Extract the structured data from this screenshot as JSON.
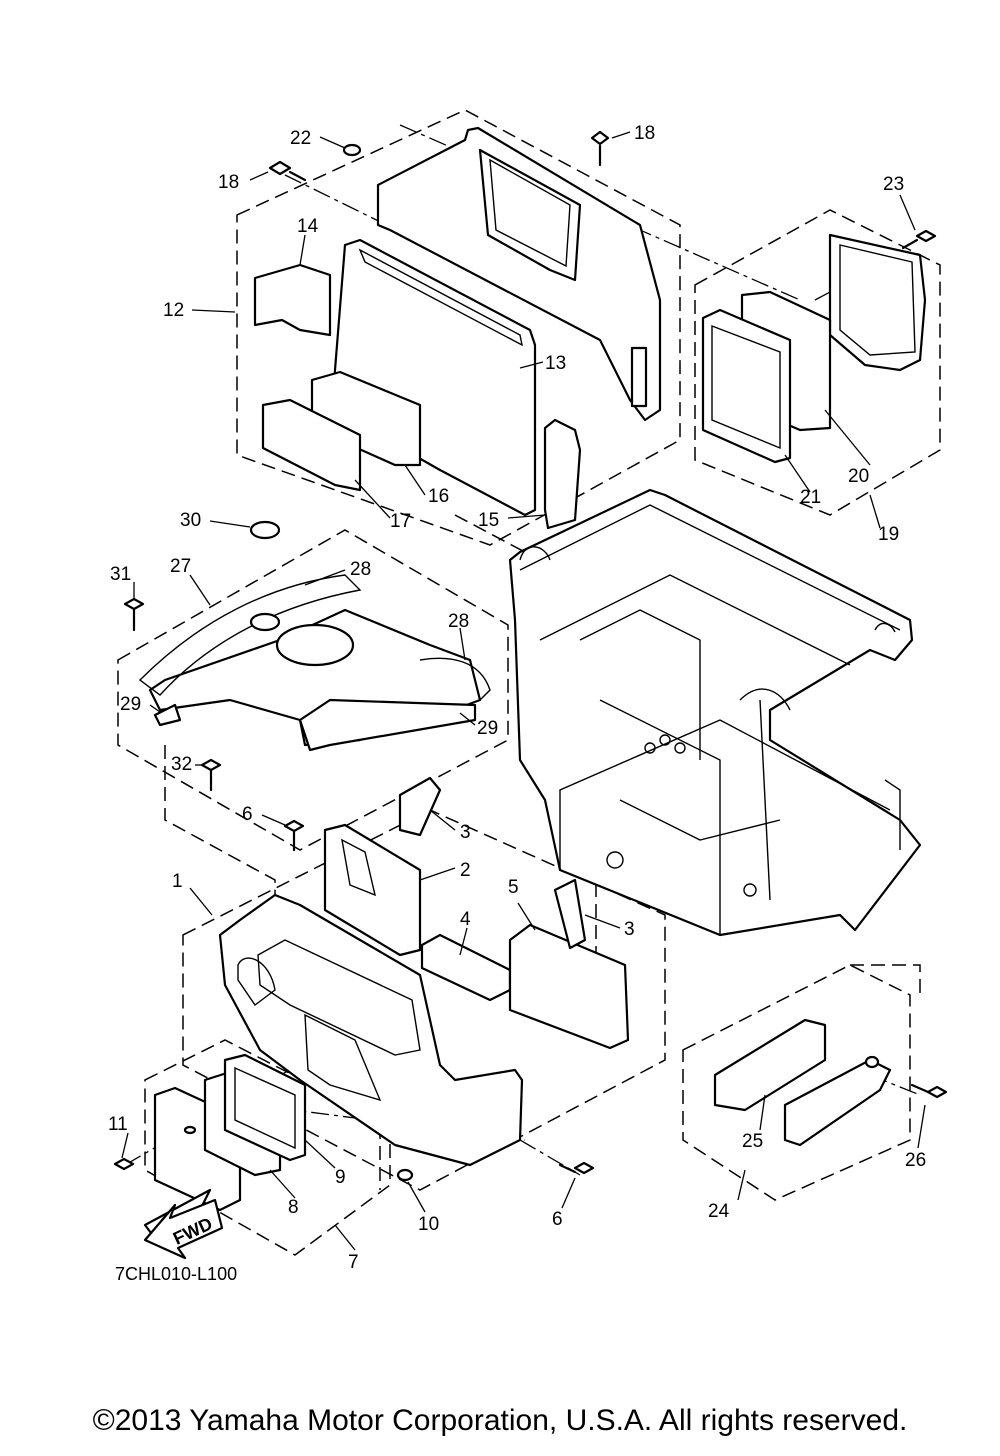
{
  "diagram": {
    "drawing_code": "7CHL010-L100",
    "direction_label": "FWD",
    "callouts": [
      {
        "id": "c1",
        "label": "1"
      },
      {
        "id": "c2",
        "label": "2"
      },
      {
        "id": "c3a",
        "label": "3"
      },
      {
        "id": "c3b",
        "label": "3"
      },
      {
        "id": "c4",
        "label": "4"
      },
      {
        "id": "c5",
        "label": "5"
      },
      {
        "id": "c6a",
        "label": "6"
      },
      {
        "id": "c6b",
        "label": "6"
      },
      {
        "id": "c7",
        "label": "7"
      },
      {
        "id": "c8",
        "label": "8"
      },
      {
        "id": "c9",
        "label": "9"
      },
      {
        "id": "c10",
        "label": "10"
      },
      {
        "id": "c11",
        "label": "11"
      },
      {
        "id": "c12",
        "label": "12"
      },
      {
        "id": "c13",
        "label": "13"
      },
      {
        "id": "c14",
        "label": "14"
      },
      {
        "id": "c15",
        "label": "15"
      },
      {
        "id": "c16",
        "label": "16"
      },
      {
        "id": "c17",
        "label": "17"
      },
      {
        "id": "c18a",
        "label": "18"
      },
      {
        "id": "c18b",
        "label": "18"
      },
      {
        "id": "c19",
        "label": "19"
      },
      {
        "id": "c20",
        "label": "20"
      },
      {
        "id": "c21",
        "label": "21"
      },
      {
        "id": "c22",
        "label": "22"
      },
      {
        "id": "c23",
        "label": "23"
      },
      {
        "id": "c24",
        "label": "24"
      },
      {
        "id": "c25",
        "label": "25"
      },
      {
        "id": "c26",
        "label": "26"
      },
      {
        "id": "c27",
        "label": "27"
      },
      {
        "id": "c28a",
        "label": "28"
      },
      {
        "id": "c28b",
        "label": "28"
      },
      {
        "id": "c29a",
        "label": "29"
      },
      {
        "id": "c29b",
        "label": "29"
      },
      {
        "id": "c30",
        "label": "30"
      },
      {
        "id": "c31",
        "label": "31"
      },
      {
        "id": "c32",
        "label": "32"
      }
    ]
  },
  "footer": {
    "copyright": "©2013 Yamaha Motor Corporation, U.S.A. All rights reserved."
  }
}
